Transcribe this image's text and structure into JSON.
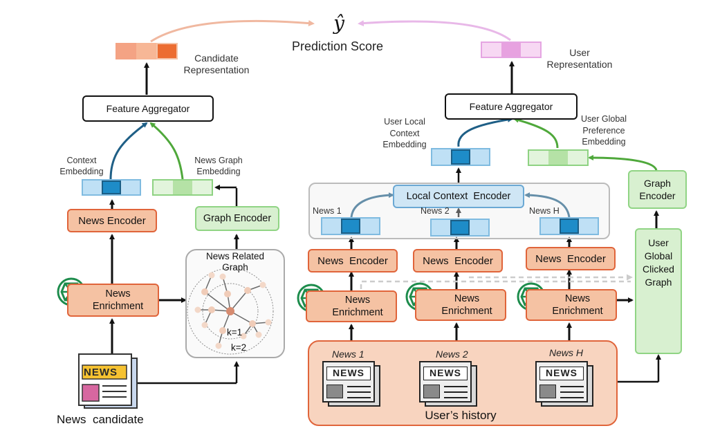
{
  "prediction": {
    "symbol": "ŷ",
    "label": "Prediction Score"
  },
  "left": {
    "candidate_repr": "Candidate\nRepresentation",
    "feature_aggregator": "Feature Aggregator",
    "context_embedding": "Context\nEmbedding",
    "graph_embedding": "News Graph\nEmbedding",
    "news_encoder": "News  Encoder",
    "graph_encoder": "Graph Encoder",
    "news_enrichment": "News\nEnrichment",
    "graph_title": "News Related\nGraph",
    "k1": "k=1",
    "k2": "k=2",
    "news_candidate": "News  candidate",
    "news_badge": "NEWS"
  },
  "right": {
    "user_repr": "User\nRepresentation",
    "feature_aggregator": "Feature Aggregator",
    "user_local": "User Local\nContext\nEmbedding",
    "user_global": "User Global\nPreference\nEmbedding",
    "local_context_encoder": "Local Context  Encoder",
    "graph_encoder": "Graph\nEncoder",
    "user_global_graph": "User\nGlobal\nClicked\nGraph",
    "history_label": "User’s history",
    "items": [
      {
        "news_label": "News 1",
        "encoder": "News  Encoder",
        "enrichment": "News\nEnrichment",
        "history": "News 1",
        "badge": "NEWS"
      },
      {
        "news_label": "News 2",
        "encoder": "News  Encoder",
        "enrichment": "News\nEnrichment",
        "history": "News 2",
        "badge": "NEWS"
      },
      {
        "news_label": "News H",
        "encoder": "News  Encoder",
        "enrichment": "News\nEnrichment",
        "history": "News H",
        "badge": "NEWS"
      }
    ]
  },
  "colors": {
    "orange_fill": "#f5c2a3",
    "orange_border": "#e0643a",
    "green_fill": "#d8f0d0",
    "green_border": "#90d484",
    "blue_fill": "#cfe6f5",
    "blue_border": "#6aa8d4",
    "pink_fill": "#f3d2ef",
    "pink_border": "#d88bd0",
    "arrow_blue": "#1f5f86",
    "arrow_green": "#4fa83b",
    "openai_green": "#1d8c4c"
  }
}
